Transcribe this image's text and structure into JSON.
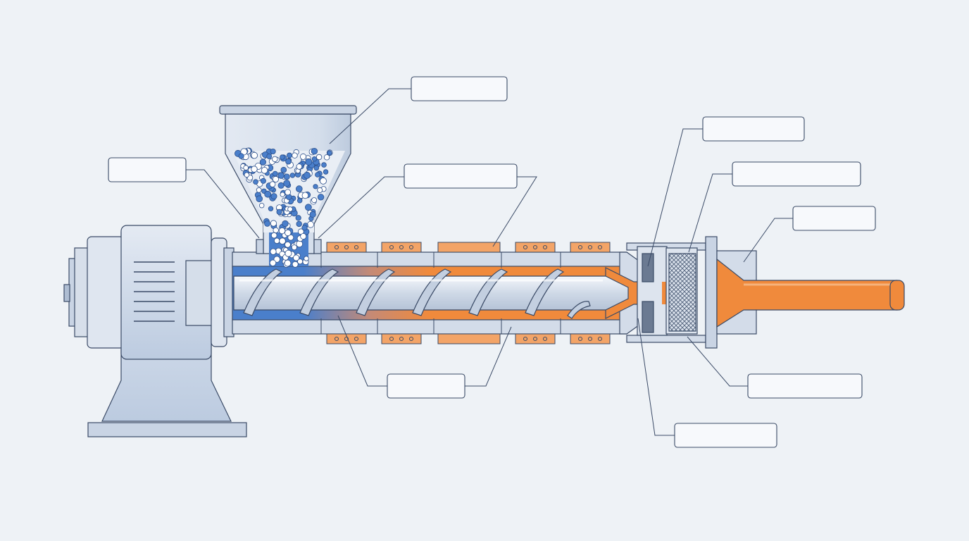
{
  "colors": {
    "background": "#eef2f6",
    "outline": "#3a4a66",
    "metal_light": "#dfe6f0",
    "metal_mid": "#c9d4e4",
    "metal_dark": "#aebdd2",
    "pellet_blue": "#4a7fcb",
    "melt_orange": "#f08a3c",
    "melt_light": "#f5b27c",
    "heater_orange": "#f3a467",
    "screen_mesh": "#5a6a82"
  },
  "callouts": [
    {
      "id": "hopper",
      "text": ""
    },
    {
      "id": "feed-throat",
      "text": ""
    },
    {
      "id": "drive-motor",
      "text": ""
    },
    {
      "id": "heater-bands",
      "text": ""
    },
    {
      "id": "barrel-screw",
      "text": ""
    },
    {
      "id": "breaker-plate",
      "text": ""
    },
    {
      "id": "screen-pack",
      "text": ""
    },
    {
      "id": "die",
      "text": ""
    },
    {
      "id": "adapter",
      "text": ""
    },
    {
      "id": "breaker-bottom",
      "text": ""
    }
  ]
}
